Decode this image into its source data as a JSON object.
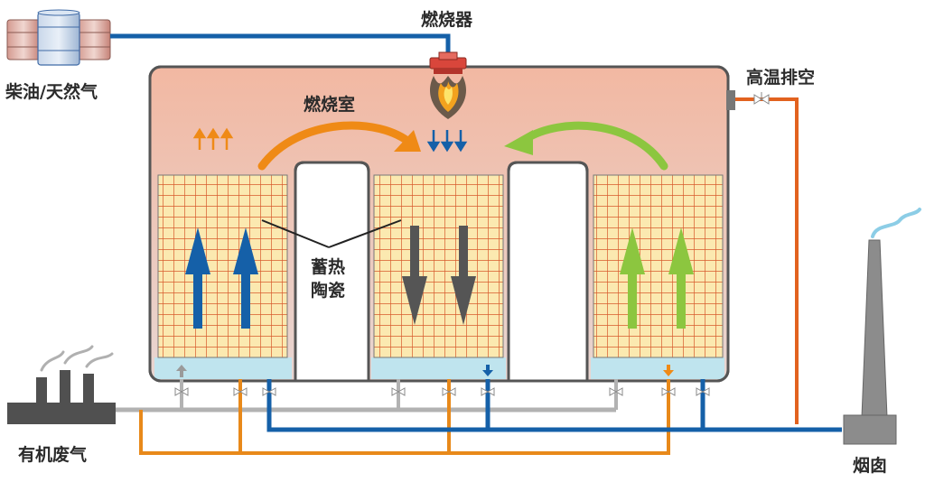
{
  "labels": {
    "fuel": "柴油/天然气",
    "burner": "燃烧器",
    "combustion_chamber": "燃烧室",
    "high_temp_exhaust": "高温排空",
    "ceramic_line1": "蓄热",
    "ceramic_line2": "陶瓷",
    "organic_waste_gas": "有机废气",
    "chimney": "烟囱"
  },
  "colors": {
    "blue_pipe": "#1560a8",
    "orange_pipe": "#e8891a",
    "gray_pipe": "#b2b2b2",
    "exhaust_pipe": "#e2621f",
    "chamber_top": "#f2b8a2",
    "chamber_bottom": "#e8d6d2",
    "ceramic_fill": "#fbe9b0",
    "ceramic_grid": "#d85a2c",
    "plenum": "#bfe4ee",
    "arrow_up_blue": "#1560a8",
    "arrow_down_gray": "#555555",
    "arrow_up_green": "#8cc63f",
    "arc_orange": "#ef8a16",
    "arc_green": "#8cc63f"
  },
  "icons": [
    "fuel-tank-icon",
    "burner-icon",
    "flame-icon",
    "valve-icon",
    "factory-icon",
    "chimney-icon",
    "smoke-icon"
  ]
}
